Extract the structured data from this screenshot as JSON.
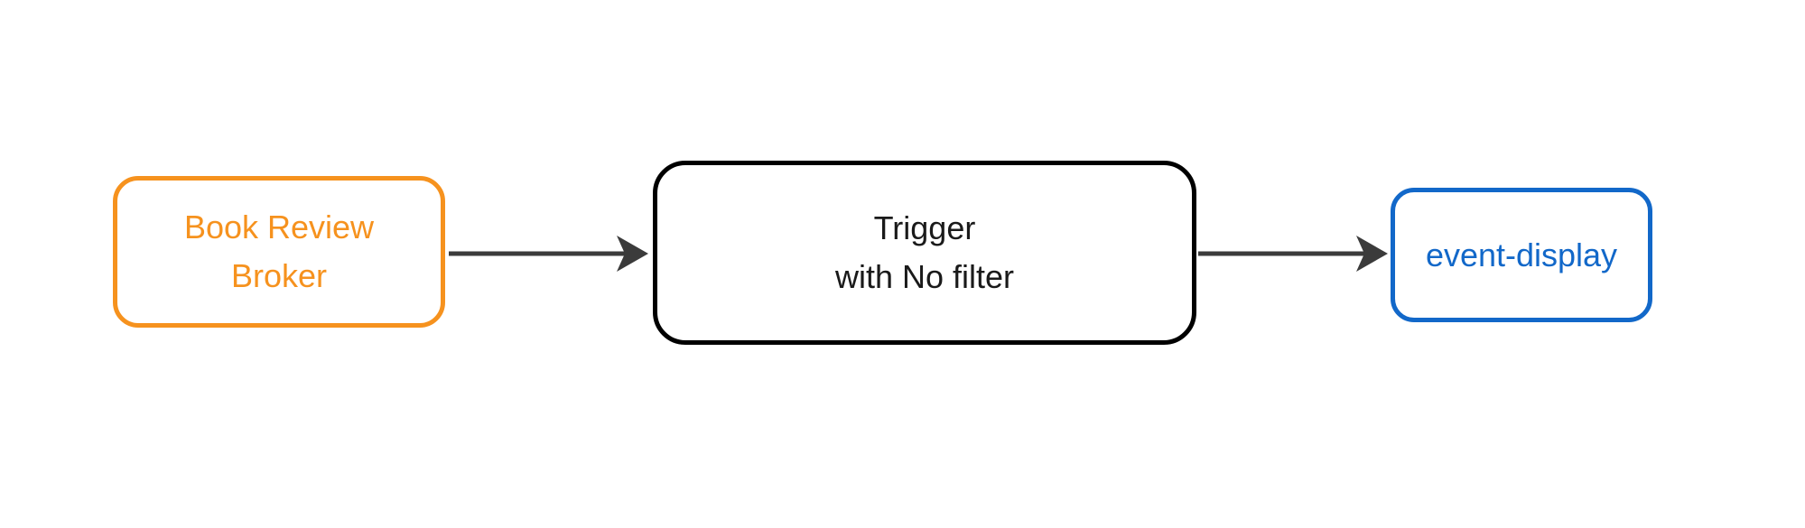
{
  "diagram": {
    "type": "flowchart",
    "direction": "left-to-right",
    "nodes": [
      {
        "id": "broker",
        "label": "Book Review\nBroker",
        "shape": "rounded-rectangle",
        "border_color": "#F6921E",
        "text_color": "#F6921E"
      },
      {
        "id": "trigger",
        "label": "Trigger\nwith No filter",
        "shape": "rounded-rectangle",
        "border_color": "#000000",
        "text_color": "#1A1A1A"
      },
      {
        "id": "event-display",
        "label": "event-display",
        "shape": "rounded-rectangle",
        "border_color": "#1268C9",
        "text_color": "#1268C9"
      }
    ],
    "edges": [
      {
        "from": "broker",
        "to": "trigger",
        "style": "solid-arrow"
      },
      {
        "from": "trigger",
        "to": "event-display",
        "style": "solid-arrow"
      }
    ]
  },
  "colors": {
    "background": "#FFFFFF",
    "node_fill": "#FFFFFF",
    "broker": "#F6921E",
    "trigger": "#000000",
    "trigger_text": "#1A1A1A",
    "event_display": "#1268C9",
    "arrow": "#3B3B3B"
  }
}
